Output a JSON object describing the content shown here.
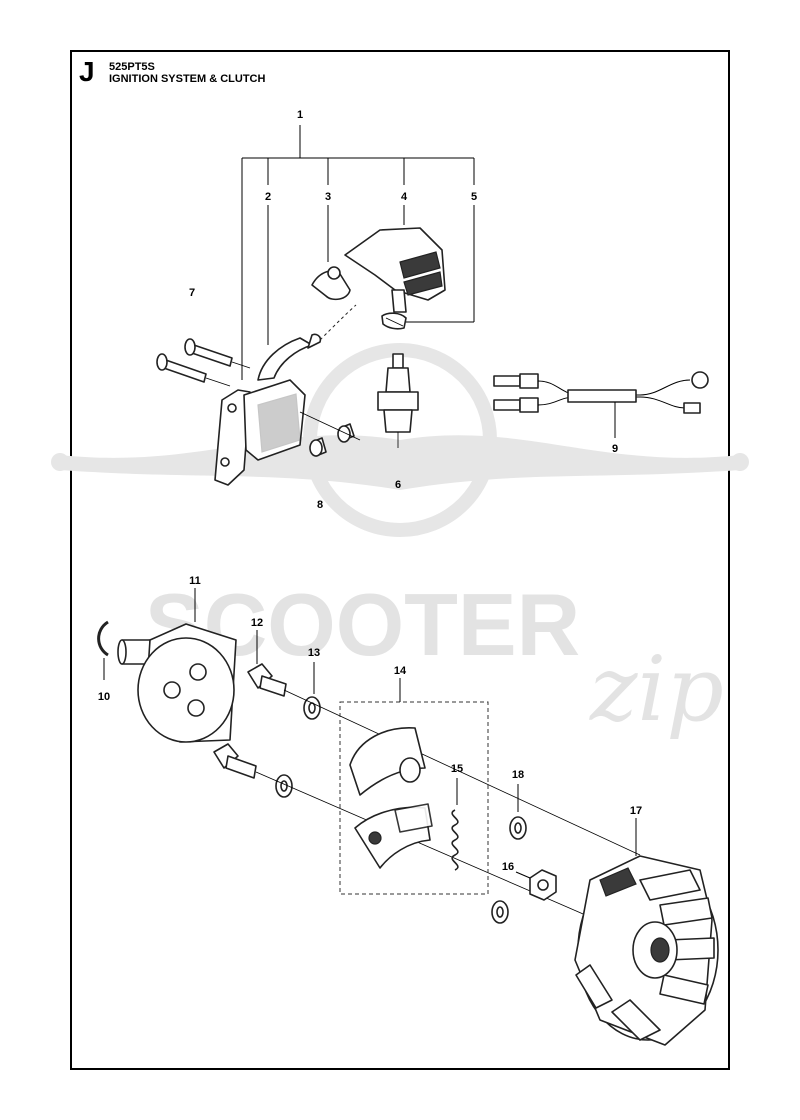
{
  "header": {
    "section_letter": "J",
    "model": "525PT5S",
    "title": "IGNITION SYSTEM & CLUTCH"
  },
  "watermark": {
    "brand": "SCOOTER",
    "script": "zip",
    "color": "#e3e3e3"
  },
  "callouts": [
    "1",
    "2",
    "3",
    "4",
    "5",
    "6",
    "7",
    "8",
    "9",
    "10",
    "11",
    "12",
    "13",
    "14",
    "15",
    "16",
    "17",
    "18"
  ]
}
